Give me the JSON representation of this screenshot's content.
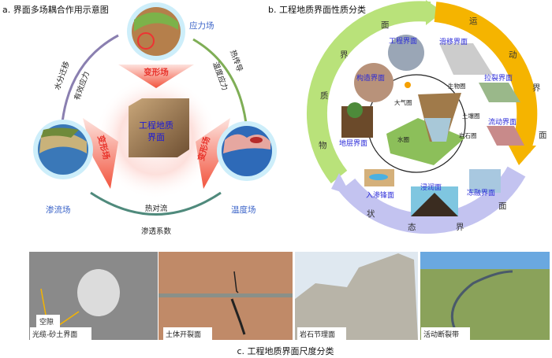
{
  "panel_a": {
    "title": "a. 界面多场耦合作用示意图",
    "stress_field": "应力场",
    "seepage_field": "渗流场",
    "temperature_field": "温度场",
    "center": [
      "工程地质",
      "界面"
    ],
    "deformation_field": "变形场",
    "left_arrow": [
      "水分迁移",
      "有效应力"
    ],
    "right_arrow": [
      "热传导",
      "温度应力"
    ],
    "bottom_arrow": [
      "热对流",
      "渗透系数"
    ]
  },
  "panel_b": {
    "title": "b. 工程地质界面性质分类",
    "ring_material": [
      "物",
      "质",
      "界",
      "面"
    ],
    "ring_motion": [
      "运",
      "动",
      "界",
      "面"
    ],
    "ring_state": [
      "状",
      "态",
      "界",
      "面"
    ],
    "items": [
      "工程界面",
      "构造界面",
      "地层界面",
      "滑移界面",
      "拉裂界面",
      "流动界面",
      "入渗锋面",
      "浸润面",
      "冻融界面"
    ],
    "spheres": [
      "大气圈",
      "生物圈",
      "土壤圈",
      "水圈",
      "岩石圈"
    ]
  },
  "panel_c": {
    "title": "c. 工程地质界面尺度分类",
    "pore_label": "空隙",
    "photos": [
      "光缆-砂土界面",
      "土体开裂面",
      "岩石节理面",
      "活动断裂带"
    ]
  },
  "colors": {
    "green": "#b9e27a",
    "orange": "#f5b400",
    "purple": "#c3c3f0",
    "blue_text": "#3a63c8",
    "red_text": "#e8322a"
  }
}
